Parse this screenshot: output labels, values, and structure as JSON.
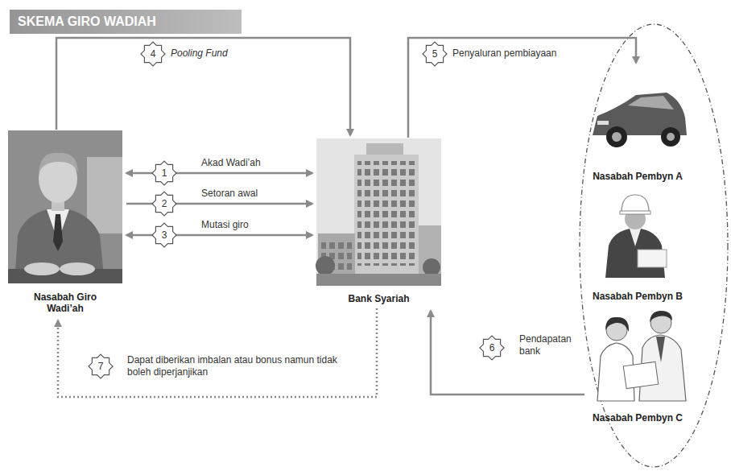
{
  "diagram": {
    "title": "SKEMA GIRO WADIAH",
    "nodes": [
      {
        "text": [
          "Nasabah Giro Wadi’ah"
        ]
      },
      {
        "text": [
          "Bank Syariah"
        ]
      },
      {
        "text": [
          "Nasabah Pembyn A"
        ]
      },
      {
        "text": [
          "Nasabah Pembyn B"
        ]
      },
      {
        "text": [
          "Nasabah Pembyn C"
        ]
      }
    ],
    "edges": [
      {
        "from": 0,
        "to": 1,
        "arrow": "both",
        "label": "Akad Wadi’ah"
      },
      {
        "from": 0,
        "to": 1,
        "arrow": "to",
        "label": "Setoran awal"
      },
      {
        "from": 0,
        "to": 1,
        "arrow": "both",
        "label": "Mutasi giro"
      },
      {
        "from": 0,
        "to": 1,
        "arrow": "to",
        "label": "Pooling Fund"
      },
      {
        "from": 1,
        "to": 2,
        "arrow": "to",
        "label": "Penyaluran pembiayaan"
      },
      {
        "from": 4,
        "to": 1,
        "arrow": "to",
        "label": "Pendapatan bank"
      },
      {
        "from": 1,
        "to": 0,
        "arrow": "to",
        "label": "Dapat diberikan imbalan atau bonus namun tidak boleh diperjanjikan"
      }
    ],
    "labels": [
      "1",
      "2",
      "3",
      "4",
      "5",
      "6",
      "7"
    ]
  }
}
